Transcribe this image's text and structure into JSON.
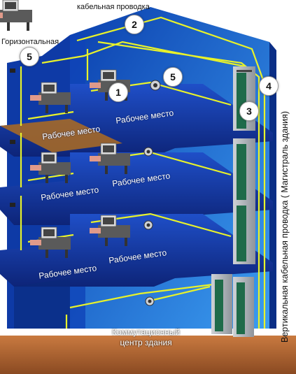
{
  "labels": {
    "horizontal_line1": "Горизонтальная",
    "horizontal_line2": "кабельная проводка",
    "workplace": "Рабочее место",
    "center_line1": "Коммутационный",
    "center_line2": "центр здания",
    "vertical": "Вертикальная кабельная проводка ( Магистраль здания)"
  },
  "markers": [
    "1",
    "2",
    "3",
    "4",
    "5",
    "5"
  ],
  "colors": {
    "wall_blue": "#1c6ad8",
    "floor_blue": "#1537a8",
    "cable_yellow": "#e8f22a",
    "ground_brown": "#b46a36"
  }
}
